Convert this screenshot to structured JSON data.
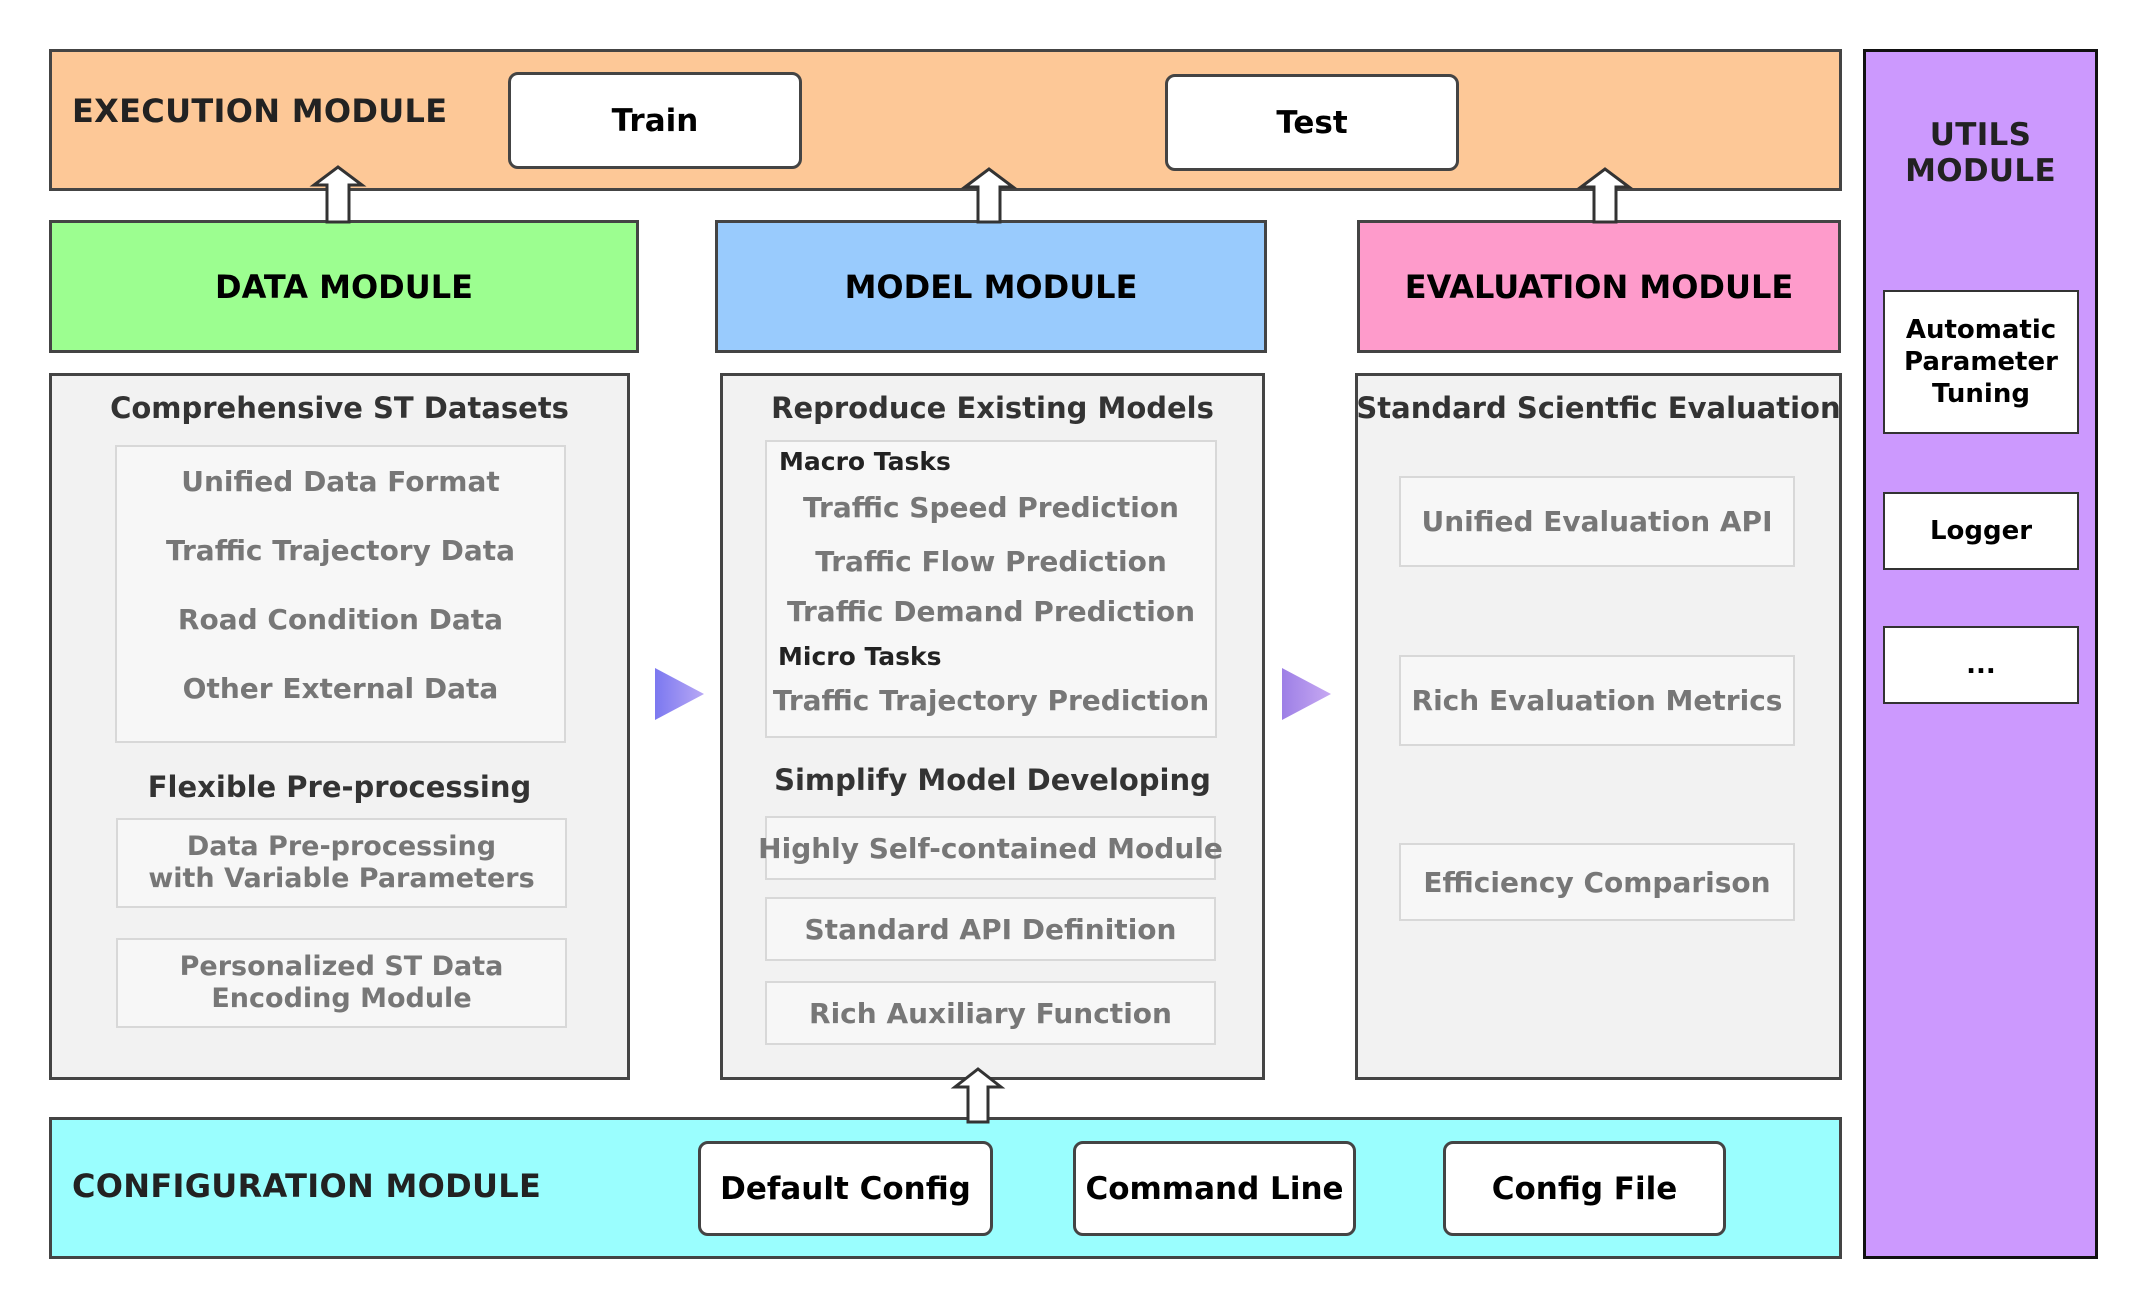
{
  "execution": {
    "title": "EXECUTION MODULE",
    "train": "Train",
    "test": "Test"
  },
  "modules": {
    "data": "DATA MODULE",
    "model": "MODEL MODULE",
    "evaluation": "EVALUATION MODULE"
  },
  "data_panel": {
    "section1_title": "Comprehensive ST Datasets",
    "section1_items": [
      "Unified Data Format",
      "Traffic Trajectory Data",
      "Road Condition Data",
      "Other External Data"
    ],
    "section2_title": "Flexible Pre-processing",
    "box1_line1": "Data Pre-processing",
    "box1_line2": "with Variable Parameters",
    "box2_line1": "Personalized ST Data",
    "box2_line2": "Encoding Module"
  },
  "model_panel": {
    "section1_title": "Reproduce Existing Models",
    "macro_label": "Macro Tasks",
    "macro_items": [
      "Traffic Speed Prediction",
      "Traffic Flow Prediction",
      "Traffic Demand Prediction"
    ],
    "micro_label": "Micro Tasks",
    "micro_items": [
      "Traffic Trajectory Prediction"
    ],
    "section2_title": "Simplify Model Developing",
    "boxes": [
      "Highly Self-contained Module",
      "Standard API Definition",
      "Rich Auxiliary Function"
    ]
  },
  "eval_panel": {
    "title": "Standard Scientfic Evaluation",
    "boxes": [
      "Unified Evaluation API",
      "Rich Evaluation Metrics",
      "Efficiency Comparison"
    ]
  },
  "configuration": {
    "title": "CONFIGURATION MODULE",
    "buttons": [
      "Default Config",
      "Command Line",
      "Config File"
    ]
  },
  "utils": {
    "title_line1": "UTILS",
    "title_line2": "MODULE",
    "box1_lines": [
      "Automatic",
      "Parameter",
      "Tuning"
    ],
    "box2": "Logger",
    "box3": "..."
  },
  "colors": {
    "execution": "#fdc897",
    "data": "#9cfe90",
    "model": "#99cbfd",
    "evaluation": "#fe9bcb",
    "configuration": "#9afefe",
    "utils": "#cc99fe",
    "flow_arrow": "#8a84e8"
  }
}
